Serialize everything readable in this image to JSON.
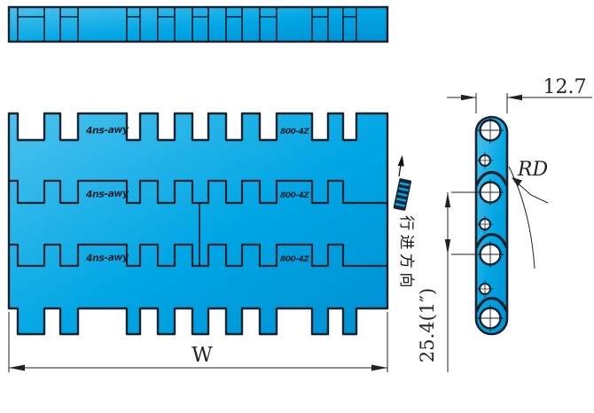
{
  "drawing": {
    "labels": {
      "module_width": "W",
      "link_width": "12.7",
      "pitch": "25.4(1″)",
      "radius": "RD",
      "direction": "行进方向"
    },
    "brand_marks": {
      "left": "4ns-awy",
      "right": "800-4Z"
    },
    "colors": {
      "belt_light": "#4cc2ee",
      "belt": "#00a6e4",
      "belt_dark": "#0090d2",
      "outline": "#17222e",
      "dimension": "#222222",
      "background": "#ffffff"
    }
  }
}
